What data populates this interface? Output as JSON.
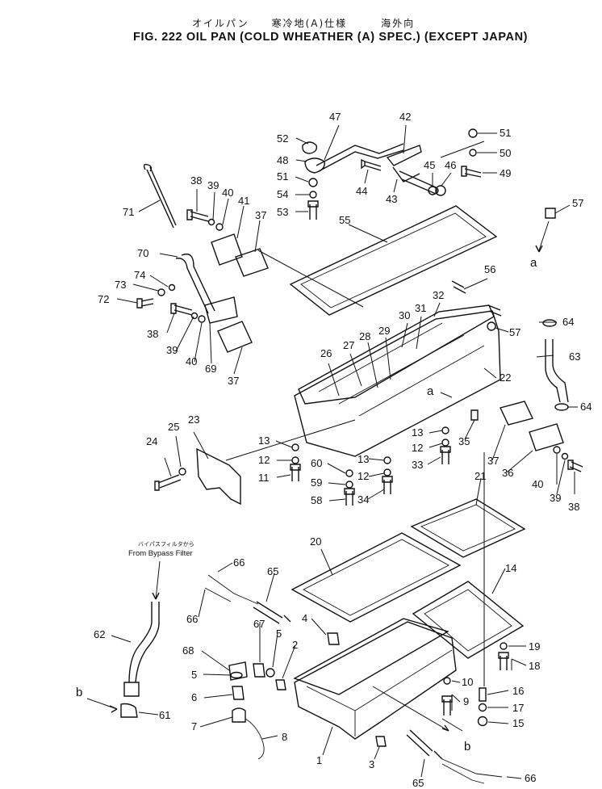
{
  "title": {
    "japanese": "オイルパン　　寒冷地(A)仕様　　　海外向",
    "figure_line": "FIG. 222  OIL PAN (COLD WHEATHER (A) SPEC.) (EXCEPT JAPAN)"
  },
  "notes": {
    "bypass_jp": "バイパスフィルタから",
    "bypass_en": "From Bypass Filter"
  },
  "callouts": {
    "c52": "52",
    "c47": "47",
    "c42": "42",
    "c51a": "51",
    "c50": "50",
    "c49": "49",
    "c48": "48",
    "c45": "45",
    "c46": "46",
    "c51b": "51",
    "c54": "54",
    "c53": "53",
    "c44": "44",
    "c43": "43",
    "c57a": "57",
    "a1": "a",
    "c38a": "38",
    "c39a": "39",
    "c40a": "40",
    "c41": "41",
    "c37a": "37",
    "c71": "71",
    "c55": "55",
    "c70": "70",
    "c74": "74",
    "c73": "73",
    "c72": "72",
    "c38b": "38",
    "c39b": "39",
    "c40b": "40",
    "c69": "69",
    "c37b": "37",
    "c56": "56",
    "c32": "32",
    "c64a": "64",
    "c30": "30",
    "c31": "31",
    "c57b": "57",
    "c63": "63",
    "c28": "28",
    "c29": "29",
    "c26": "26",
    "c27": "27",
    "c22": "22",
    "a2": "a",
    "c64b": "64",
    "c23": "23",
    "c25": "25",
    "c24": "24",
    "c13a": "13",
    "c12a": "12",
    "c11": "11",
    "c60": "60",
    "c59": "59",
    "c58": "58",
    "c13b": "13",
    "c12b": "12",
    "c34": "34",
    "c13c": "13",
    "c12c": "12",
    "c33": "33",
    "c35": "35",
    "c37c": "37",
    "c36": "36",
    "c40c": "40",
    "c39c": "39",
    "c38c": "38",
    "c21": "21",
    "c66a": "66",
    "c65a": "65",
    "c20": "20",
    "c14": "14",
    "c62": "62",
    "c66b": "66",
    "c67": "67",
    "c4": "4",
    "c5a": "5",
    "c2": "2",
    "c68": "68",
    "c19": "19",
    "c18": "18",
    "c5b": "5",
    "c10": "10",
    "c9": "9",
    "c6": "6",
    "c16": "16",
    "b1": "b",
    "c61": "61",
    "c17": "17",
    "c7": "7",
    "c15": "15",
    "c8": "8",
    "b2": "b",
    "c1": "1",
    "c3": "3",
    "c65b": "65",
    "c66c": "66"
  }
}
